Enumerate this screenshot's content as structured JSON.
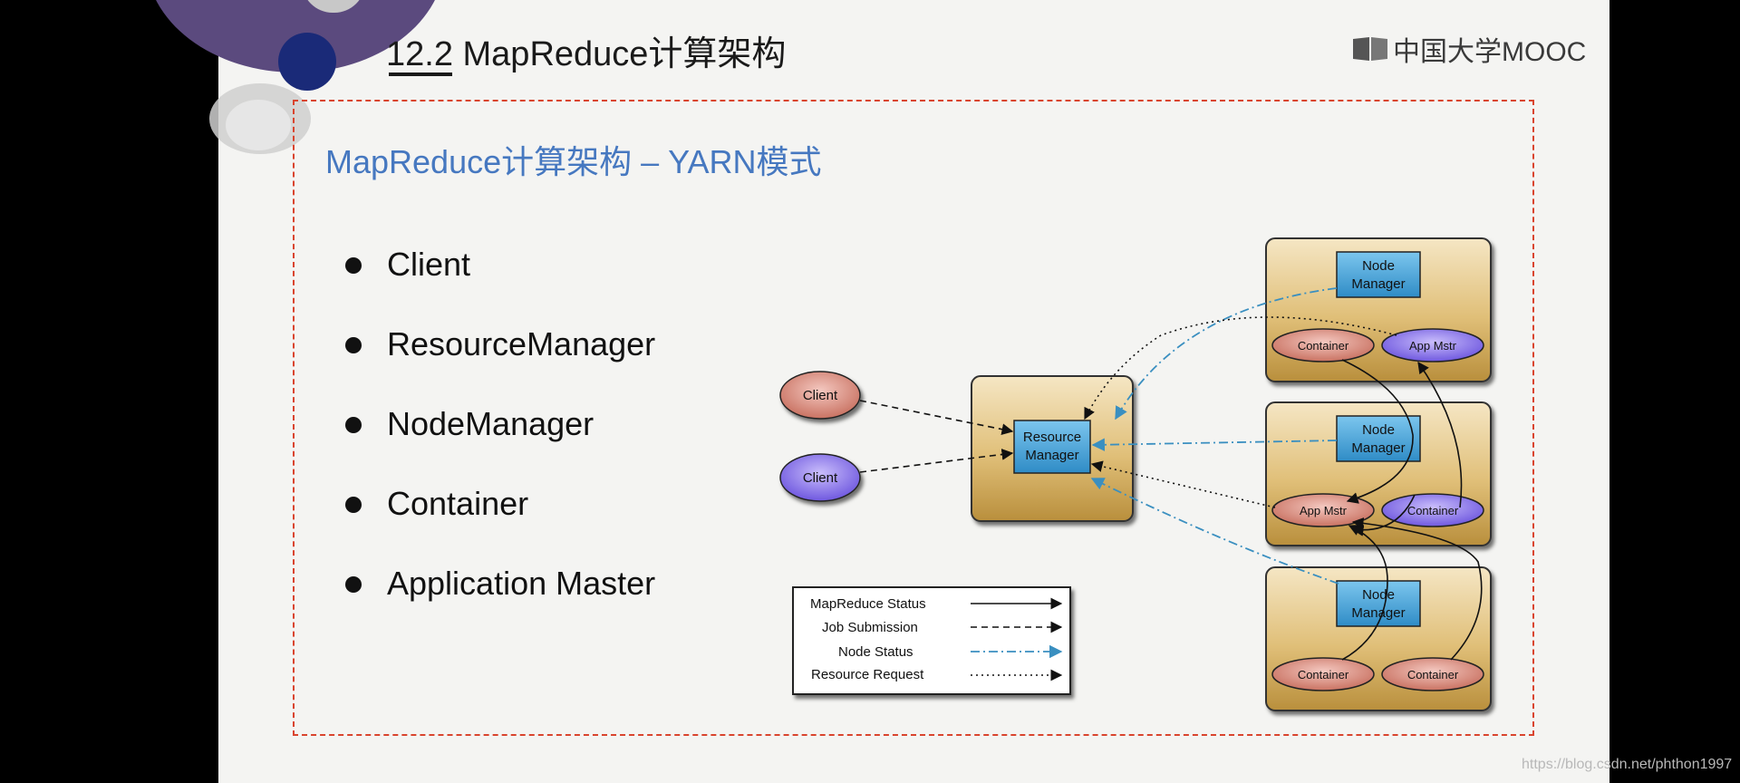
{
  "header": {
    "title": "12.2  MapReduce计算架构",
    "brand": "中国大学MOOC"
  },
  "section_title": "MapReduce计算架构 – YARN模式",
  "bullets": [
    "Client",
    "ResourceManager",
    "NodeManager",
    "Container",
    "Application Master"
  ],
  "diagram": {
    "clients": [
      "Client",
      "Client"
    ],
    "resource_manager": [
      "Resource",
      "Manager"
    ],
    "node_manager": [
      "Node",
      "Manager"
    ],
    "node1": {
      "left": "Container",
      "right": "App Mstr"
    },
    "node2": {
      "left": "App Mstr",
      "right": "Container"
    },
    "node3": {
      "left": "Container",
      "right": "Container"
    },
    "legend": [
      "MapReduce Status",
      "Job Submission",
      "Node Status",
      "Resource Request"
    ]
  },
  "colors": {
    "frame": "#d9442e",
    "section_title": "#4678c0",
    "node_status_arrow": "#3a8fc0",
    "manager_box": "#3a9ad0",
    "node_box": "#d8b266",
    "client_red": "#d88b80",
    "client_purple": "#8d7ae6"
  },
  "watermark": "https://blog.csdn.net/phthon1997"
}
